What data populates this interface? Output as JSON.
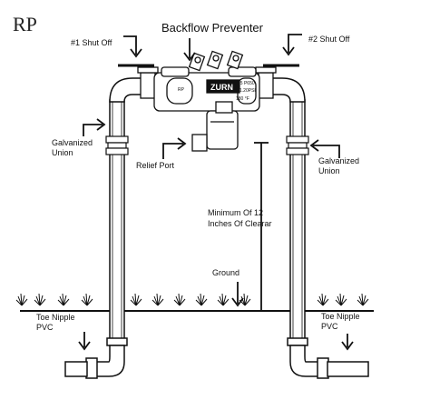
{
  "title": "RP",
  "labels": {
    "backflow_preventer": "Backflow Preventer",
    "shut_off_1": "#1 Shut Off",
    "shut_off_2": "#2 Shut Off",
    "galvanized_union_left": [
      "Galvanized",
      "Union"
    ],
    "galvanized_union_right": [
      "Galvanized",
      "Union"
    ],
    "relief_port": "Relief Port",
    "clearance": [
      "Minimum Of 12",
      "Inches Of Clearar"
    ],
    "ground": "Ground",
    "toe_nipple_left": [
      "Toe Nipple",
      "PVC"
    ],
    "toe_nipple_right": [
      "Toe Nipple",
      "PVC"
    ]
  },
  "valve_markings": {
    "brand": "ZURN",
    "line1": "75 P650",
    "line2": "1.20PSI",
    "line3": "180 °F",
    "line4": "RP"
  },
  "colors": {
    "line": "#111111",
    "background": "#ffffff"
  }
}
